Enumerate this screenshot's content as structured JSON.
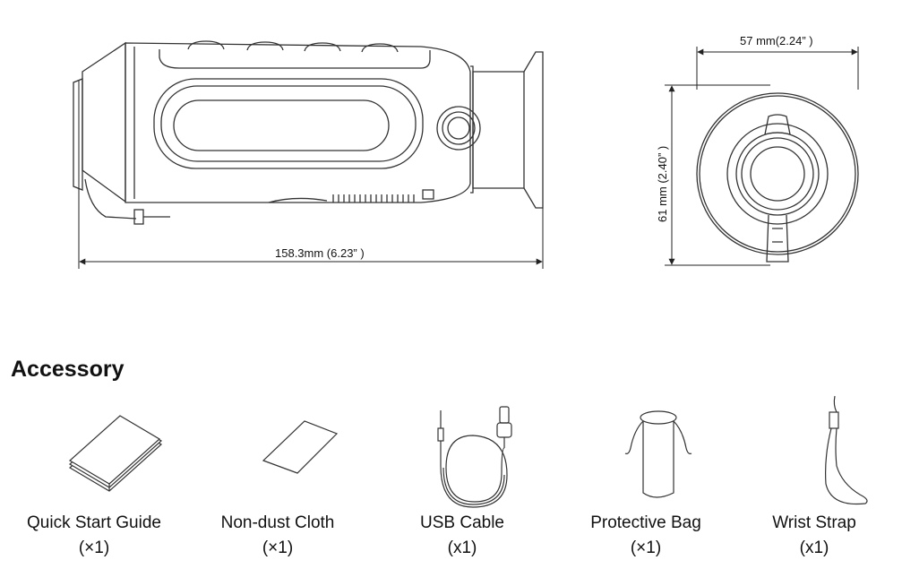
{
  "dimensions": {
    "length": "158.3mm (6.23” )",
    "width": "57 mm(2.24” )",
    "height": "61 mm (2.40” )"
  },
  "accessory": {
    "title": "Accessory",
    "items": [
      {
        "name": "Quick Start Guide",
        "qty": "(×1)",
        "icon": "booklet-icon"
      },
      {
        "name": "Non-dust Cloth",
        "qty": "(×1)",
        "icon": "cloth-icon"
      },
      {
        "name": "USB Cable",
        "qty": "(x1)",
        "icon": "usb-cable-icon"
      },
      {
        "name": "Protective Bag",
        "qty": "(×1)",
        "icon": "bag-icon"
      },
      {
        "name": "Wrist Strap",
        "qty": "(x1)",
        "icon": "wrist-strap-icon"
      }
    ]
  }
}
